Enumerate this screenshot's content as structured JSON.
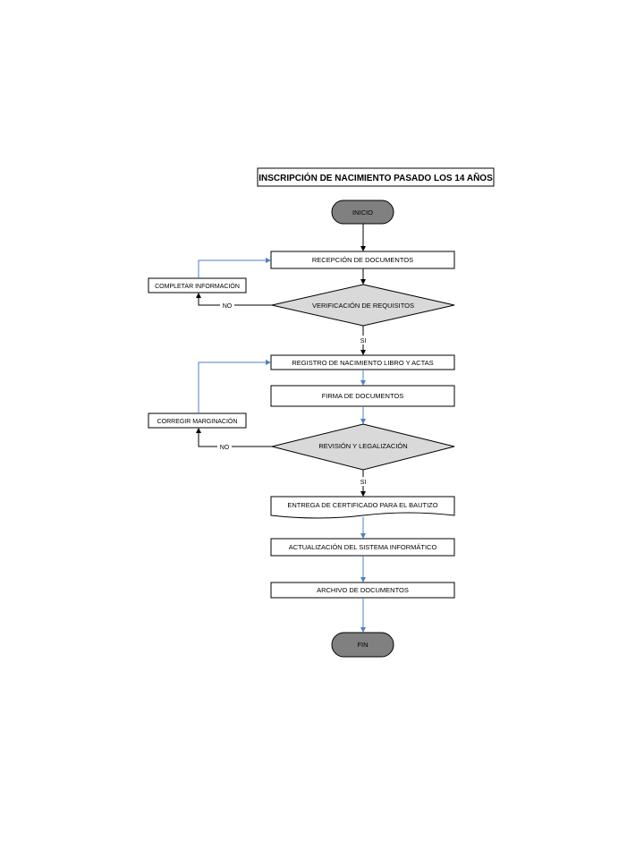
{
  "title": "INSCRIPCIÓN DE NACIMIENTO PASADO LOS 14 AÑOS",
  "colors": {
    "terminal_fill": "#808080",
    "decision_fill": "#d9d9d9",
    "flow_line": "#4f81bd",
    "black_line": "#000000"
  },
  "nodes": {
    "inicio": "INICIO",
    "recepcion": "RECEPCIÓN DE DOCUMENTOS",
    "verificacion": "VERIFICACIÓN DE REQUISITOS",
    "completar": "COMPLETAR INFORMACIÓN",
    "registro": "REGISTRO DE NACIMIENTO LIBRO Y ACTAS",
    "firma": "FIRMA DE DOCUMENTOS",
    "revision": "REVISIÓN Y LEGALIZACIÓN",
    "corregir": "CORREGIR MARGINACIÓN",
    "entrega": "ENTREGA DE CERTIFICADO PARA EL BAUTIZO",
    "actualizacion": "ACTUALIZACIÓN DEL SISTEMA INFORMÁTICO",
    "archivo": "ARCHIVO DE DOCUMENTOS",
    "fin": "FIN"
  },
  "edge_labels": {
    "no_1": "NO",
    "si_1": "SI",
    "no_2": "NO",
    "si_2": "SI"
  }
}
